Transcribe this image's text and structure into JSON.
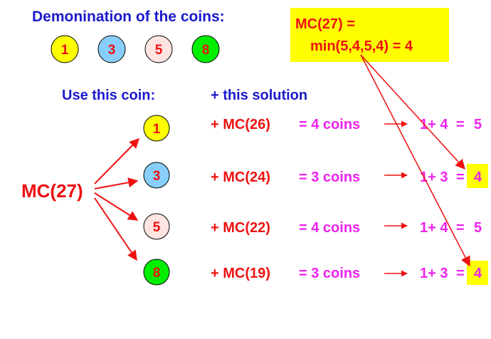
{
  "heading": "Demonination of the coins:",
  "coins": [
    "1",
    "3",
    "5",
    "8"
  ],
  "colors": {
    "blue": "#1a1acc",
    "red": "#ee1111",
    "magenta": "#ee22ee",
    "yellow": "#ffff00",
    "coin_1": "#ffff00",
    "coin_3": "#87cefa",
    "coin_5": "#ffe4e1",
    "coin_8": "#00ee00"
  },
  "box": {
    "line1": "MC(27) =",
    "line2": "min(5,4,5,4) = 4"
  },
  "use_label": "Use this coin:",
  "solution_label": "+ this solution",
  "root_label": "MC(27)",
  "rows": [
    {
      "coin": "1",
      "sub": "+ MC(26)",
      "count": "= 4 coins",
      "sum": "1+ 4",
      "result": "5",
      "highlight": false
    },
    {
      "coin": "3",
      "sub": "+ MC(24)",
      "count": "= 3 coins",
      "sum": "1+ 3",
      "result": "4",
      "highlight": true
    },
    {
      "coin": "5",
      "sub": "+ MC(22)",
      "count": "= 4 coins",
      "sum": "1+ 4",
      "result": "5",
      "highlight": false
    },
    {
      "coin": "8",
      "sub": "+ MC(19)",
      "count": "= 3 coins",
      "sum": "1+ 3",
      "result": "4",
      "highlight": true
    }
  ]
}
